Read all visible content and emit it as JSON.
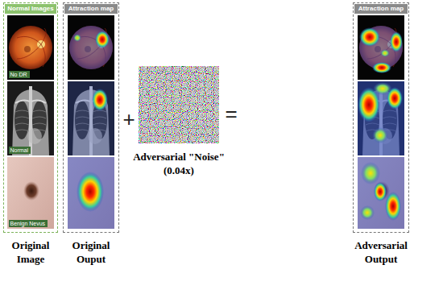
{
  "diagram": {
    "nodes": [
      {
        "text": [
          "Normal Images"
        ]
      },
      {
        "text": [
          "No DR"
        ],
        "in": 0
      },
      {
        "text": [
          "Normal"
        ],
        "in": 0
      },
      {
        "text": [
          "Benign Nevus"
        ],
        "in": 0
      },
      {
        "text": [
          "Attraction map"
        ]
      },
      {
        "text": [
          "Attraction map"
        ]
      }
    ],
    "labels": [
      "+",
      "=",
      "Adversarial \"Noise\" (0.04x)",
      "Original Image",
      "Original Ouput",
      "Adversarial Output"
    ]
  }
}
